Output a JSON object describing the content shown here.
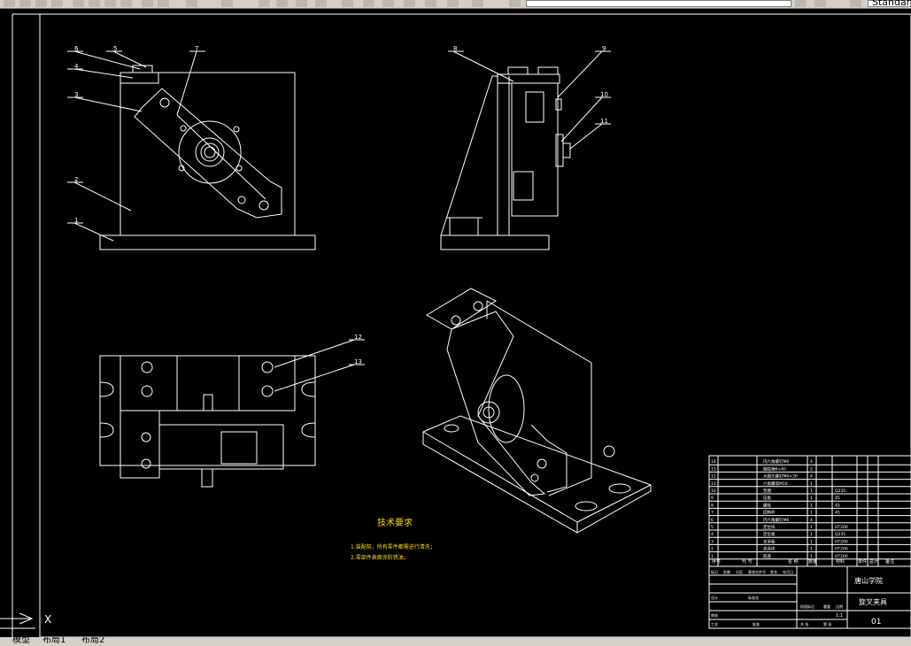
{
  "toolbar": {
    "std_text": "Standar"
  },
  "callouts": [
    "1",
    "2",
    "3",
    "4",
    "5",
    "6",
    "7",
    "8",
    "9",
    "10",
    "11",
    "12",
    "13"
  ],
  "tech": {
    "title": "技术要求",
    "line1": "1.装配前，所有零件都需进行清洗；",
    "line2": "2.零部件表面涂防锈油。"
  },
  "bom": {
    "rows": [
      [
        "14",
        "内六角螺钉M6",
        "4",
        "",
        ""
      ],
      [
        "13",
        "圆柱销6×40",
        "2",
        "",
        ""
      ],
      [
        "12",
        "大圆头螺钉M6×30",
        "4",
        "",
        ""
      ],
      [
        "11",
        "六角螺母M10",
        "1",
        "",
        ""
      ],
      [
        "10",
        "垫圈",
        "1",
        "",
        "Q235"
      ],
      [
        "9",
        "压板",
        "1",
        "",
        "45"
      ],
      [
        "8",
        "螺栓",
        "1",
        "",
        "45"
      ],
      [
        "7",
        "回转杆",
        "1",
        "",
        "45"
      ],
      [
        "6",
        "内六角螺钉M6",
        "4",
        "",
        ""
      ],
      [
        "5",
        "定位块",
        "1",
        "",
        "HT200"
      ],
      [
        "4",
        "定位板",
        "1",
        "",
        "Q235"
      ],
      [
        "3",
        "支承板",
        "1",
        "",
        "HT200"
      ],
      [
        "2",
        "夹具体",
        "1",
        "",
        "HT200"
      ],
      [
        "1",
        "底座",
        "1",
        "",
        "HT200"
      ]
    ],
    "header": [
      "序号",
      "代  号",
      "名  称",
      "数量",
      "材料",
      "单件",
      "总计",
      "备注"
    ],
    "school": "唐山学院",
    "drawing_name": "旋叉夹具",
    "drawing_no": "01",
    "scale": "1:1",
    "labels": [
      "标记",
      "处数",
      "分区",
      "更改文件号",
      "签名",
      "年月日",
      "设计",
      "标准化",
      "审核",
      "工艺",
      "批准",
      "阶段标记",
      "重量",
      "比例",
      "共  张",
      "第  张"
    ]
  },
  "tabs": {
    "model": "模型",
    "layout1": "布局1",
    "layout2": "布局2"
  },
  "ucs": {
    "x": "X"
  }
}
